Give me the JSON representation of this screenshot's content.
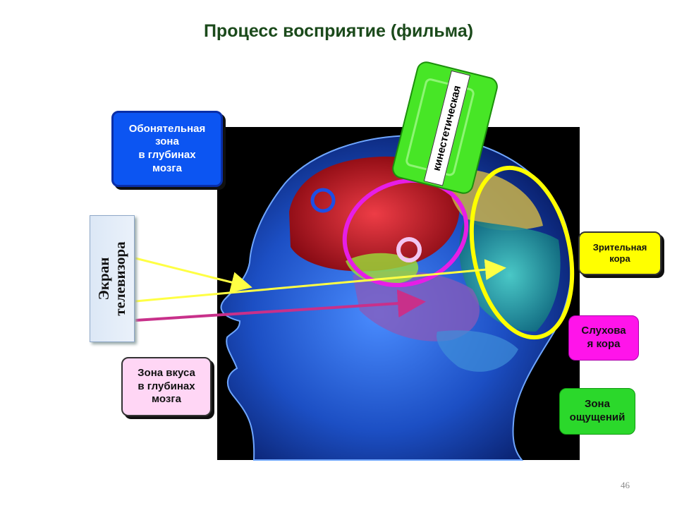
{
  "title": "Процесс восприятие (фильма)",
  "labels": {
    "olfactory": "Обонятельная\nзона\nв глубинах\nмозга",
    "tv_screen": "Экран\nтелевизора",
    "taste": "Зона вкуса\nв глубинах\nмозга",
    "kinesthetic": "кинестетическая",
    "visual": "Зрительная\nкора",
    "auditory": "Слухова\nя кора",
    "sensation": "Зона\nощущений"
  },
  "page_number": "46",
  "colors": {
    "olfactory": "#0c55f2",
    "taste": "#ffd6f5",
    "kinesthetic": "#47e626",
    "visual": "#ffff00",
    "auditory": "#ff14ea",
    "sensation": "#2bd82b",
    "head": "#1f5ad6",
    "arrow_yellow": "#ffff44",
    "arrow_magenta": "#c8308a"
  }
}
